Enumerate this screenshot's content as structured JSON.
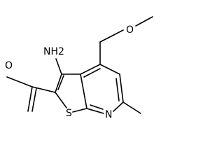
{
  "molecule": {
    "atoms": {
      "nh2": "NH2",
      "o_methoxy": "O",
      "o_carbonyl": "O",
      "s": "S",
      "n": "N"
    }
  }
}
